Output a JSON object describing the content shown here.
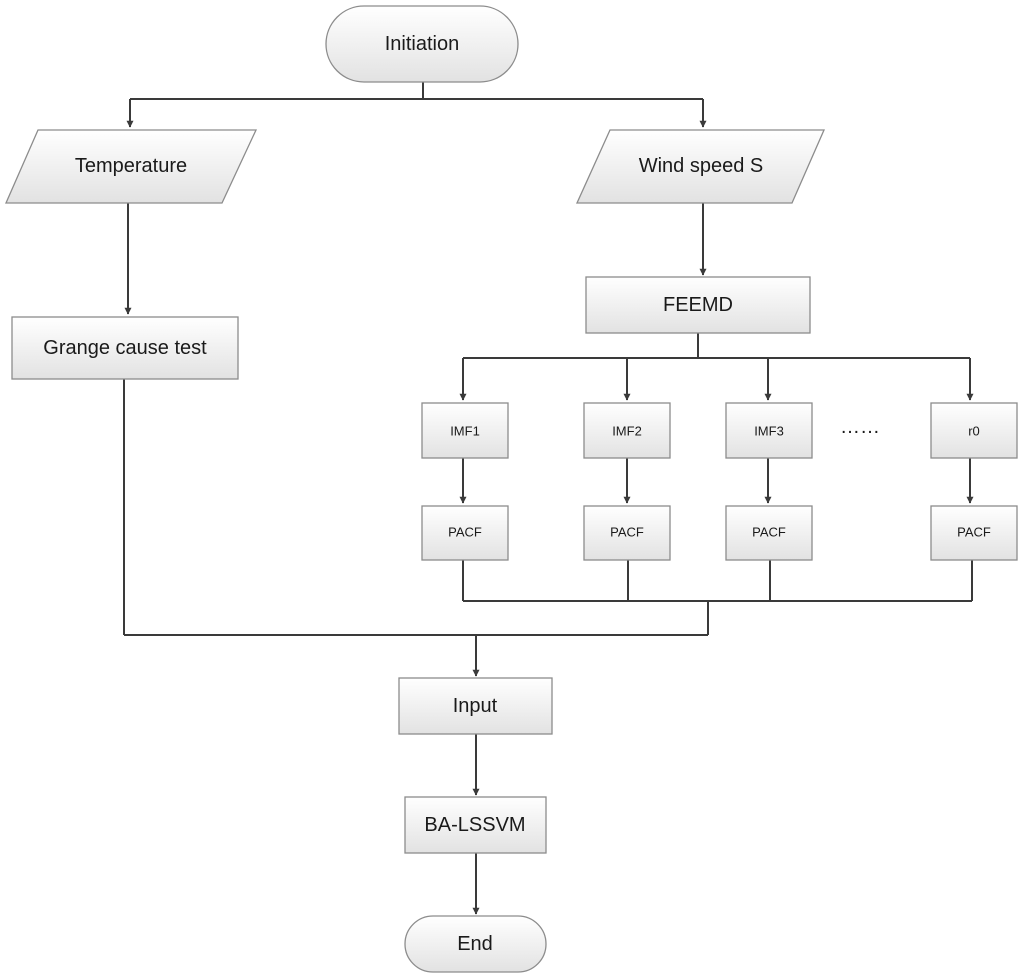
{
  "nodes": {
    "initiation": "Initiation",
    "temperature": "Temperature",
    "wind_speed": "Wind speed S",
    "feemd": "FEEMD",
    "grange": "Grange cause test",
    "imf1": "IMF1",
    "imf2": "IMF2",
    "imf3": "IMF3",
    "ellipsis": "……",
    "r0": "r0",
    "pacf1": "PACF",
    "pacf2": "PACF",
    "pacf3": "PACF",
    "pacf4": "PACF",
    "input": "Input",
    "ba_lssvm": "BA-LSSVM",
    "end": "End"
  },
  "colors": {
    "fill_top": "#ffffff",
    "fill_bottom": "#e2e2e2",
    "stroke": "#8c8c8c",
    "edge": "#3a3a3a"
  }
}
